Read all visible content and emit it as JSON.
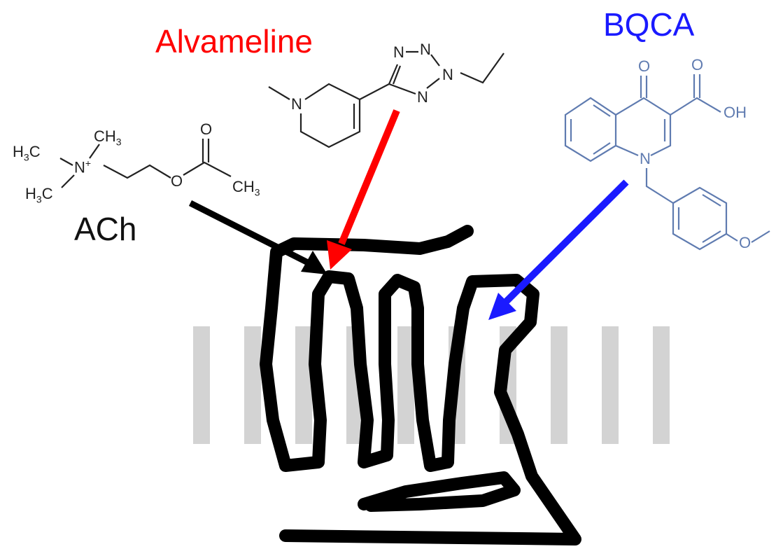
{
  "colors": {
    "alvameline": "#ff0000",
    "bqca": "#1a1aff",
    "bqca_structure": "#5f7bb0",
    "receptor": "#000000",
    "membrane": "#d3d3d3",
    "ach_structure": "#222222"
  },
  "ligands": {
    "ach": {
      "label": "ACh"
    },
    "alvameline": {
      "label": "Alvameline"
    },
    "bqca": {
      "label": "BQCA"
    }
  },
  "atoms": {
    "n_plus": "N",
    "plus": "+",
    "ch3": "CH",
    "sub3": "3",
    "h3c": "H",
    "c": "C",
    "o": "O",
    "n": "N",
    "oh": "OH"
  }
}
